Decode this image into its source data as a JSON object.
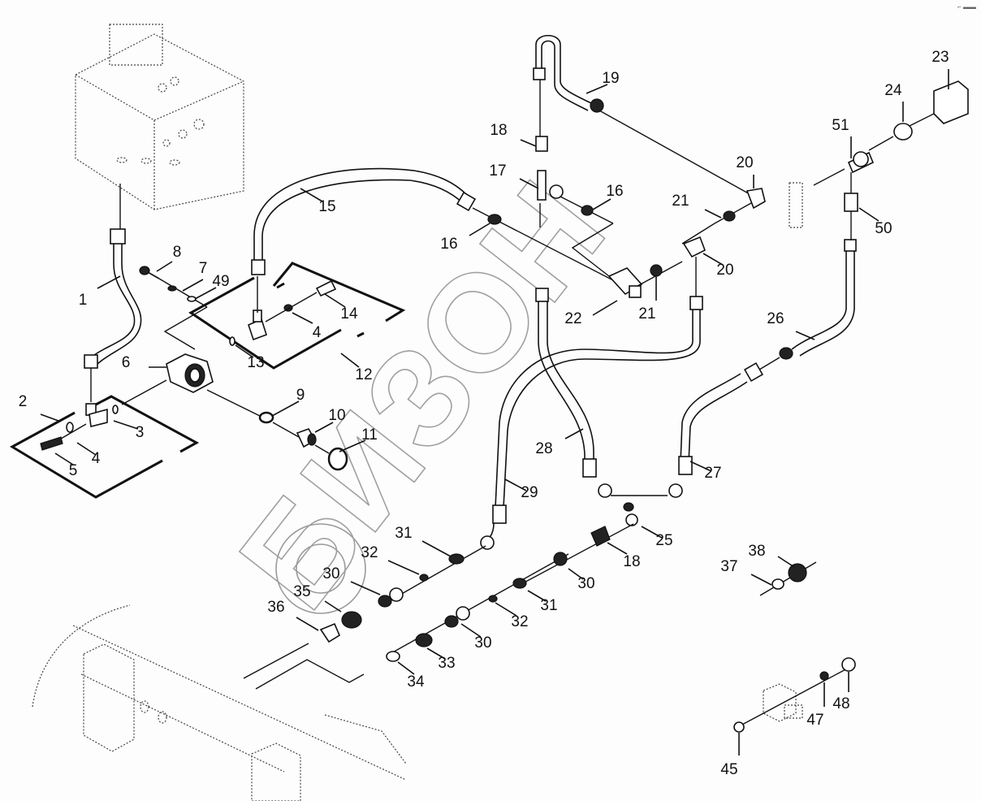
{
  "diagram": {
    "title": "Hydraulic hose routing — exploded parts view",
    "watermark": "БИЗОН",
    "corner_mark": "⌐ ▬▬",
    "colors": {
      "background": "#fcfdfc",
      "ink": "#111111",
      "watermark": "#9a9a9a"
    },
    "callouts": [
      {
        "id": "c1",
        "num": "1"
      },
      {
        "id": "c2",
        "num": "2"
      },
      {
        "id": "c3",
        "num": "3"
      },
      {
        "id": "c4a",
        "num": "4"
      },
      {
        "id": "c4b",
        "num": "4"
      },
      {
        "id": "c5",
        "num": "5"
      },
      {
        "id": "c6",
        "num": "6"
      },
      {
        "id": "c7",
        "num": "7"
      },
      {
        "id": "c8",
        "num": "8"
      },
      {
        "id": "c9",
        "num": "9"
      },
      {
        "id": "c10",
        "num": "10"
      },
      {
        "id": "c11",
        "num": "11"
      },
      {
        "id": "c12",
        "num": "12"
      },
      {
        "id": "c13",
        "num": "13"
      },
      {
        "id": "c14",
        "num": "14"
      },
      {
        "id": "c15",
        "num": "15"
      },
      {
        "id": "c16a",
        "num": "16"
      },
      {
        "id": "c16b",
        "num": "16"
      },
      {
        "id": "c17",
        "num": "17"
      },
      {
        "id": "c18a",
        "num": "18"
      },
      {
        "id": "c18b",
        "num": "18"
      },
      {
        "id": "c19",
        "num": "19"
      },
      {
        "id": "c20a",
        "num": "20"
      },
      {
        "id": "c20b",
        "num": "20"
      },
      {
        "id": "c21a",
        "num": "21"
      },
      {
        "id": "c21b",
        "num": "21"
      },
      {
        "id": "c22",
        "num": "22"
      },
      {
        "id": "c23",
        "num": "23"
      },
      {
        "id": "c24",
        "num": "24"
      },
      {
        "id": "c25",
        "num": "25"
      },
      {
        "id": "c26",
        "num": "26"
      },
      {
        "id": "c27",
        "num": "27"
      },
      {
        "id": "c28",
        "num": "28"
      },
      {
        "id": "c29",
        "num": "29"
      },
      {
        "id": "c30a",
        "num": "30"
      },
      {
        "id": "c30b",
        "num": "30"
      },
      {
        "id": "c30c",
        "num": "30"
      },
      {
        "id": "c31a",
        "num": "31"
      },
      {
        "id": "c31b",
        "num": "31"
      },
      {
        "id": "c32a",
        "num": "32"
      },
      {
        "id": "c32b",
        "num": "32"
      },
      {
        "id": "c33",
        "num": "33"
      },
      {
        "id": "c34",
        "num": "34"
      },
      {
        "id": "c35",
        "num": "35"
      },
      {
        "id": "c36",
        "num": "36"
      },
      {
        "id": "c37",
        "num": "37"
      },
      {
        "id": "c38",
        "num": "38"
      },
      {
        "id": "c45",
        "num": "45"
      },
      {
        "id": "c47",
        "num": "47"
      },
      {
        "id": "c48",
        "num": "48"
      },
      {
        "id": "c49",
        "num": "49"
      },
      {
        "id": "c50",
        "num": "50"
      },
      {
        "id": "c51",
        "num": "51"
      }
    ]
  }
}
